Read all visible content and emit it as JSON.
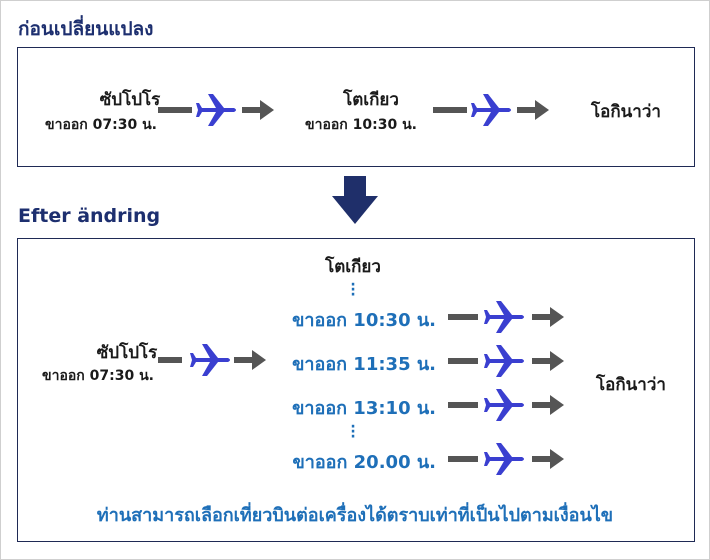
{
  "before": {
    "title": "ก่อนเปลี่ยนแปลง",
    "origin": {
      "city": "ซัปโปโร",
      "departure": "ขาออก 07:30 น."
    },
    "transit": {
      "city": "โตเกียว",
      "departure": "ขาออก 10:30 น."
    },
    "destination": {
      "city": "โอกินาว่า"
    }
  },
  "after": {
    "title": "Efter ändring",
    "origin": {
      "city": "ซัปโปโร",
      "departure": "ขาออก 07:30 น."
    },
    "transit": {
      "city": "โตเกียว"
    },
    "options": [
      {
        "departure": "ขาออก 10:30 น."
      },
      {
        "departure": "ขาออก 11:35 น."
      },
      {
        "departure": "ขาออก 13:10 น."
      },
      {
        "departure": "ขาออก 20.00 น."
      }
    ],
    "destination": {
      "city": "โอกินาว่า"
    },
    "note": "ท่านสามารถเลือกเที่ยวบินต่อเครื่องได้ตราบเท่าที่เป็นไปตามเงื่อนไข"
  },
  "colors": {
    "title": "#1d2f6f",
    "accent_blue": "#1e6fb8",
    "plane": "#3a3fd0",
    "arrow_gray": "#555555",
    "box_border": "#1f2a55",
    "down_arrow": "#1f2f6a"
  },
  "icons": {
    "plane": "airplane-icon",
    "arrow": "arrow-right-icon",
    "transition": "arrow-down-icon"
  }
}
